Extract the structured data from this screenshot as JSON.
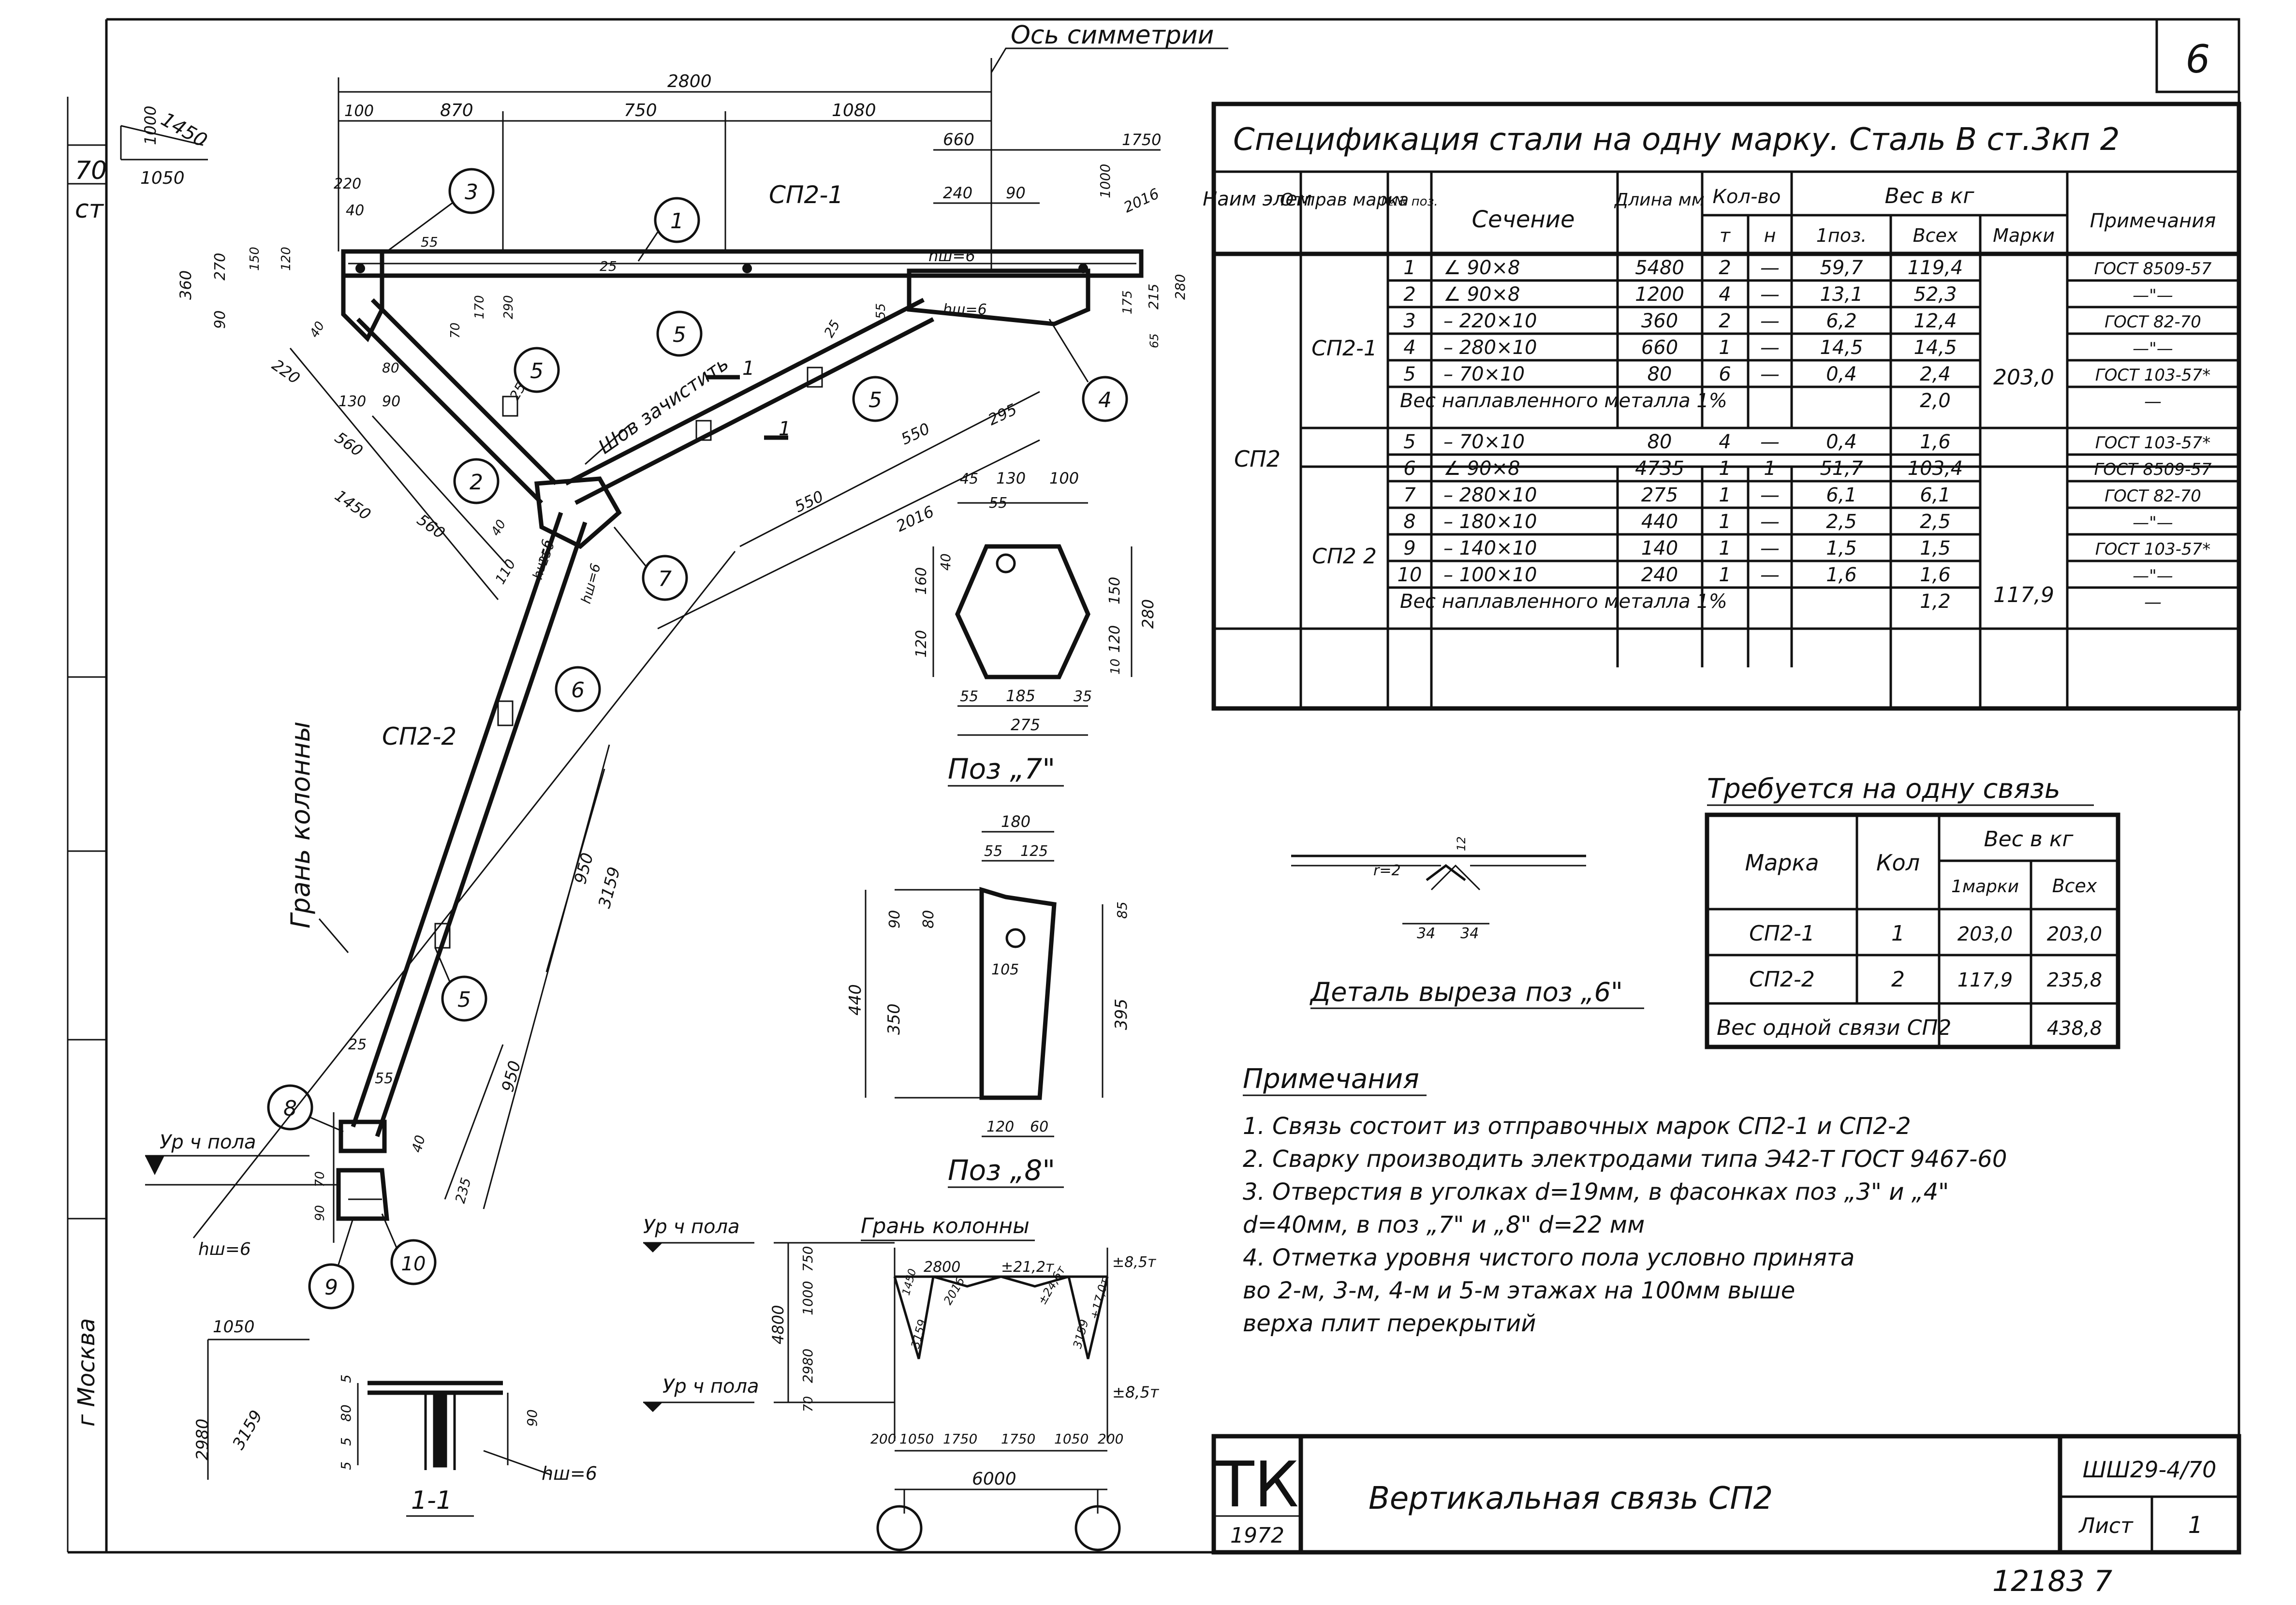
{
  "sheet": {
    "corner_number": "6",
    "sheet_code": "1450",
    "sheet_code_sub": "1050",
    "sheet_code_top": "1000",
    "margin_left_1": "70",
    "margin_left_2": "ст",
    "margin_left_bottom": "г Москва",
    "footer_note": "12183   7"
  },
  "drawing": {
    "symmetry_axis": "Ось симметрии",
    "column_face": "Грань колонны",
    "weld_note": "Шов зачистить",
    "floor_level": "Ур ч пола",
    "section_mark": "1",
    "part_labels": {
      "sp21": "СП2-1",
      "sp22": "СП2-2"
    },
    "weld_labels": [
      "hш=6",
      "hш=6",
      "hш=6",
      "hш=6",
      "hш=6"
    ],
    "dims_top": [
      "2800",
      "100",
      "870",
      "750",
      "1080",
      "660",
      "240",
      "90",
      "1750",
      "1000",
      "2016",
      "220",
      "40"
    ],
    "dims_left": [
      "360",
      "270",
      "150",
      "120",
      "90",
      "55",
      "25",
      "170",
      "290",
      "70",
      "40",
      "25",
      "80",
      "130",
      "90",
      "220",
      "560",
      "1450",
      "560",
      "40",
      "110",
      "250"
    ],
    "dims_right": [
      "175",
      "215",
      "280",
      "65",
      "55",
      "25",
      "295",
      "550",
      "550",
      "2016"
    ],
    "dims_lower": [
      "950",
      "3159",
      "950",
      "25",
      "55",
      "40",
      "90",
      "70",
      "235",
      "1050",
      "2980",
      "3159"
    ],
    "positions": [
      "1",
      "2",
      "3",
      "4",
      "5",
      "5",
      "5",
      "5",
      "6",
      "7",
      "8",
      "9",
      "10"
    ]
  },
  "spec": {
    "title": "Спецификация стали на одну марку. Сталь В ст.3кп 2",
    "headers": {
      "elem": "Наим элем",
      "mark": "Отправ марка",
      "pos": "№№ поз.",
      "section": "Сечение",
      "length": "Длина мм",
      "qty": "Кол-во",
      "qty_t": "т",
      "qty_n": "н",
      "weight": "Вес в кг",
      "w1": "1поз.",
      "wall": "Всех",
      "wmark": "Марки",
      "note": "Примечания"
    },
    "element": "СП2",
    "marks": [
      {
        "name": "СП2-1",
        "mark_weight": "203,0",
        "rows": [
          {
            "pos": "1",
            "section": "∠ 90×8",
            "length": "5480",
            "t": "2",
            "n": "—",
            "w1": "59,7",
            "wall": "119,4",
            "note": "ГОСТ 8509-57"
          },
          {
            "pos": "2",
            "section": "∠ 90×8",
            "length": "1200",
            "t": "4",
            "n": "—",
            "w1": "13,1",
            "wall": "52,3",
            "note": "—\"—"
          },
          {
            "pos": "3",
            "section": "– 220×10",
            "length": "360",
            "t": "2",
            "n": "—",
            "w1": "6,2",
            "wall": "12,4",
            "note": "ГОСТ 82-70"
          },
          {
            "pos": "4",
            "section": "– 280×10",
            "length": "660",
            "t": "1",
            "n": "—",
            "w1": "14,5",
            "wall": "14,5",
            "note": "—\"—"
          },
          {
            "pos": "5",
            "section": "– 70×10",
            "length": "80",
            "t": "6",
            "n": "—",
            "w1": "0,4",
            "wall": "2,4",
            "note": "ГОСТ 103-57*"
          }
        ],
        "weld": {
          "label": "Вес наплавленного металла  1%",
          "wall": "2,0",
          "note": "—"
        }
      },
      {
        "name": "СП2 2",
        "mark_weight": "117,9",
        "rows": [
          {
            "pos": "5",
            "section": "– 70×10",
            "length": "80",
            "t": "4",
            "n": "—",
            "w1": "0,4",
            "wall": "1,6",
            "note": "ГОСТ 103-57*"
          },
          {
            "pos": "6",
            "section": "∠ 90×8",
            "length": "4735",
            "t": "1",
            "n": "1",
            "w1": "51,7",
            "wall": "103,4",
            "note": "ГОСТ 8509-57"
          },
          {
            "pos": "7",
            "section": "– 280×10",
            "length": "275",
            "t": "1",
            "n": "—",
            "w1": "6,1",
            "wall": "6,1",
            "note": "ГОСТ 82-70"
          },
          {
            "pos": "8",
            "section": "– 180×10",
            "length": "440",
            "t": "1",
            "n": "—",
            "w1": "2,5",
            "wall": "2,5",
            "note": "—\"—"
          },
          {
            "pos": "9",
            "section": "– 140×10",
            "length": "140",
            "t": "1",
            "n": "—",
            "w1": "1,5",
            "wall": "1,5",
            "note": "ГОСТ 103-57*"
          },
          {
            "pos": "10",
            "section": "– 100×10",
            "length": "240",
            "t": "1",
            "n": "—",
            "w1": "1,6",
            "wall": "1,6",
            "note": "—\"—"
          }
        ],
        "weld": {
          "label": "Вес наплавленного металла  1%",
          "wall": "1,2",
          "note": "—"
        }
      }
    ]
  },
  "required": {
    "title": "Требуется на одну связь",
    "headers": {
      "mark": "Марка",
      "qty": "Кол",
      "weight": "Вес в кг",
      "w1": "1марки",
      "wall": "Всех"
    },
    "rows": [
      {
        "mark": "СП2-1",
        "qty": "1",
        "w1": "203,0",
        "wall": "203,0"
      },
      {
        "mark": "СП2-2",
        "qty": "2",
        "w1": "117,9",
        "wall": "235,8"
      }
    ],
    "total_label": "Вес одной связи СП2",
    "total": "438,8"
  },
  "pos7": {
    "caption": "Поз „7\"",
    "dims": [
      "45",
      "130",
      "100",
      "55",
      "40",
      "160",
      "120",
      "150",
      "120",
      "10",
      "280",
      "55",
      "185",
      "35",
      "275"
    ]
  },
  "pos8": {
    "caption": "Поз „8\"",
    "dims": [
      "180",
      "55",
      "125",
      "90",
      "80",
      "85",
      "105",
      "440",
      "350",
      "395",
      "120",
      "60"
    ]
  },
  "detail6": {
    "caption": "Деталь выреза поз „6\"",
    "dims": [
      "12",
      "r=2",
      "34",
      "34"
    ]
  },
  "section11": {
    "caption": "1-1",
    "dims": [
      "5",
      "80",
      "5",
      "5",
      "90"
    ],
    "weld": "hш=6"
  },
  "scheme": {
    "title": "Грань колонны",
    "floor1": "Ур ч пола",
    "floor2": "Ур ч пола",
    "top_dims": [
      "2800",
      "±21,2т",
      "±8,5т"
    ],
    "members": [
      "3159",
      "2016",
      "1450",
      "±24,6т",
      "3159",
      "+17,0т"
    ],
    "side_dims": [
      "4800",
      "750",
      "1000",
      "2980",
      "70"
    ],
    "right_force": "±8,5т",
    "bottom_dims": [
      "200",
      "1050",
      "1750",
      "1750",
      "1050",
      "200"
    ],
    "total_span": "6000"
  },
  "notes": {
    "title": "Примечания",
    "items": [
      "1. Связь состоит из отправочных марок СП2-1 и СП2-2",
      "2. Сварку производить электродами типа Э42-Т ГОСТ 9467-60",
      "3. Отверстия в уголках d=19мм, в фасонках поз „3\" и „4\"",
      "   d=40мм, в поз „7\" и „8\" d=22 мм",
      "4. Отметка уровня чистого пола условно принята",
      "   во 2-м, 3-м, 4-м и 5-м этажах на 100мм выше",
      "   верха плит перекрытий"
    ]
  },
  "titleblock": {
    "logo": "ТК",
    "year": "1972",
    "title": "Вертикальная связь СП2",
    "code": "ШШ29-4/70",
    "sheet_label": "Лист",
    "sheet_no": "1"
  }
}
